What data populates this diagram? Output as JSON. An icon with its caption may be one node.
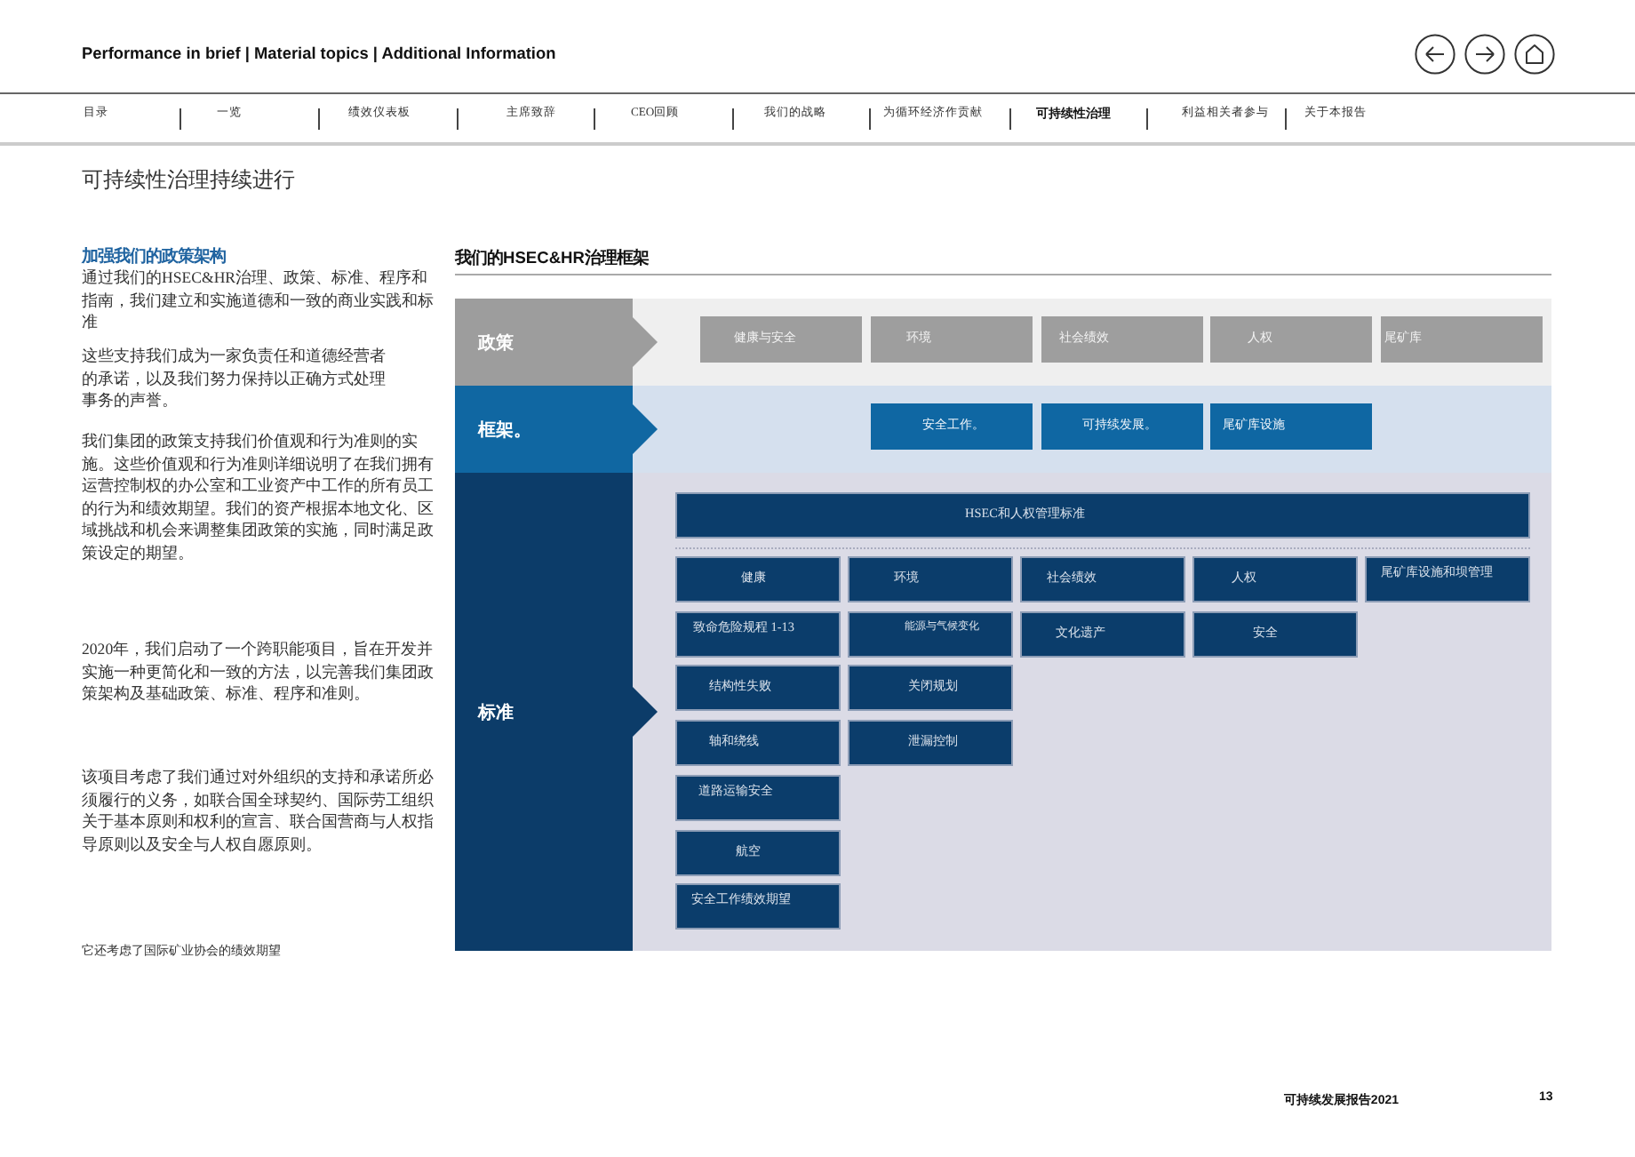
{
  "diagram": {
    "title": "我们的HSEC&HR治理框架",
    "nodes": [
      {
        "text": [
          "政策"
        ]
      },
      {
        "text": [
          "健康与安全"
        ],
        "in": 0
      },
      {
        "text": [
          "环境"
        ],
        "in": 0
      },
      {
        "text": [
          "社会绩效"
        ],
        "in": 0
      },
      {
        "text": [
          "人权"
        ],
        "in": 0
      },
      {
        "text": [
          "尾矿库"
        ],
        "in": 0
      },
      {
        "text": [
          "框架。"
        ]
      },
      {
        "text": [
          "安全工作。"
        ],
        "in": 6
      },
      {
        "text": [
          "可持续发展。"
        ],
        "in": 6
      },
      {
        "text": [
          "尾矿库设施"
        ],
        "in": 6
      },
      {
        "text": [
          "标准"
        ]
      },
      {
        "text": [
          "HSEC和人权管理标准"
        ],
        "in": 10
      },
      {
        "text": [
          "健康"
        ],
        "in": 10
      },
      {
        "text": [
          "环境"
        ],
        "in": 10
      },
      {
        "text": [
          "社会绩效"
        ],
        "in": 10
      },
      {
        "text": [
          "人权"
        ],
        "in": 10
      },
      {
        "text": [
          "尾矿库设施和坝管理"
        ],
        "in": 10
      },
      {
        "text": [
          "致命危险规程 1-13"
        ],
        "in": 10
      },
      {
        "text": [
          "能源与气候变化"
        ],
        "in": 10
      },
      {
        "text": [
          "文化遗产"
        ],
        "in": 10
      },
      {
        "text": [
          "安全"
        ],
        "in": 10
      },
      {
        "text": [
          "结构性失败"
        ],
        "in": 10
      },
      {
        "text": [
          "关闭规划"
        ],
        "in": 10
      },
      {
        "text": [
          "轴和绕线"
        ],
        "in": 10
      },
      {
        "text": [
          "泄漏控制"
        ],
        "in": 10
      },
      {
        "text": [
          "道路运输安全"
        ],
        "in": 10
      },
      {
        "text": [
          "航空"
        ],
        "in": 10
      },
      {
        "text": [
          "安全工作绩效期望"
        ],
        "in": 10
      }
    ],
    "labels": [
      "Performance in brief | Material topics | Additional Information",
      "目录",
      "一览",
      "绩效仪表板",
      "主席致辞",
      "CEO回顾",
      "我们的战略",
      "为循环经济作贡献",
      "可持续性治理",
      "利益相关者参与",
      "关于本报告",
      "可持续性治理持续进行",
      "加强我们的政策架构",
      "通过我们的HSEC&HR治理、政策、标准、程序和指南，我们建立和实施道德和一致的商业实践和标准",
      "这些支持我们成为一家负责任和道德经营者的承诺，以及我们努力保持以正确方式处理事务的声誉。",
      "我们集团的政策支持我们价值观和行为准则的实施。这些价值观和行为准则详细说明了在我们拥有运营控制权的办公室和工业资产中工作的所有员工的行为和绩效期望。我们的资产根据本地文化、区域挑战和机会来调整集团政策的实施，同时满足政策设定的期望。",
      "2020年，我们启动了一个跨职能项目，旨在开发并实施一种更简化和一致的方法，以完善我们集团政策架构及基础政策、标准、程序和准则。",
      "该项目考虑了我们通过对外组织的支持和承诺所必须履行的义务，如联合国全球契约、国际劳工组织关于基本原则和权利的宣言、联合国营商与人权指导原则以及安全与人权自愿原则。",
      "它还考虑了国际矿业协会的绩效期望",
      "可持续发展报告2021",
      "13"
    ]
  }
}
